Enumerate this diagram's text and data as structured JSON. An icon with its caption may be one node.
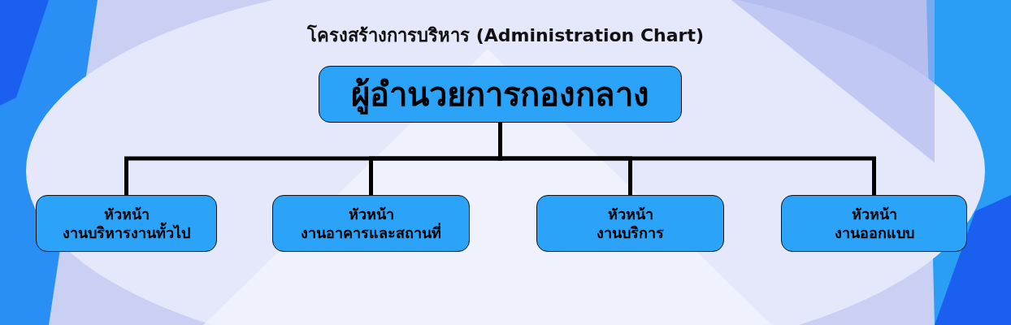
{
  "diagram": {
    "title": "โครงสร้างการบริหาร (Administration Chart)",
    "nodes": [
      {
        "text": [
          "ผู้อำนวยการกองกลาง"
        ]
      },
      {
        "text": [
          "หัวหน้า งานบริหารงานทั้วไป"
        ]
      },
      {
        "text": [
          "หัวหน้า งานอาคารและสถานที่"
        ]
      },
      {
        "text": [
          "หัวหน้า งานบริการ"
        ]
      },
      {
        "text": [
          "หัวหน้า งานออกแบบ"
        ]
      }
    ],
    "edges": [
      {
        "from": 0,
        "to": 1,
        "arrow": "none"
      },
      {
        "from": 0,
        "to": 2,
        "arrow": "none"
      },
      {
        "from": 0,
        "to": 3,
        "arrow": "none"
      },
      {
        "from": 0,
        "to": 4,
        "arrow": "none"
      }
    ]
  }
}
